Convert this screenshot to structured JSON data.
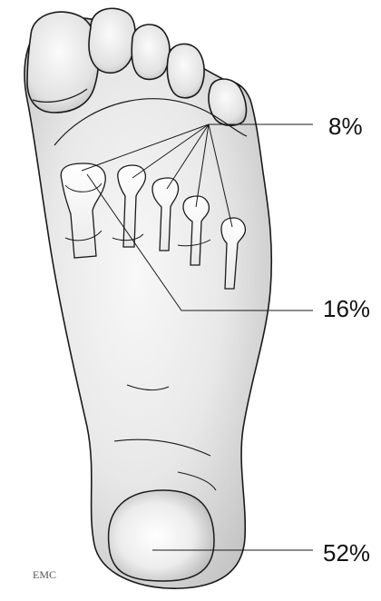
{
  "labels": {
    "toe_heads": "8%",
    "metatarsal_heads": "16%",
    "heel": "52%"
  },
  "signature": "EMC",
  "colors": {
    "foot_fill": "#d9d9d9",
    "foot_highlight": "#f7f7f7",
    "outline": "#1a1a1a",
    "background": "#ffffff"
  }
}
